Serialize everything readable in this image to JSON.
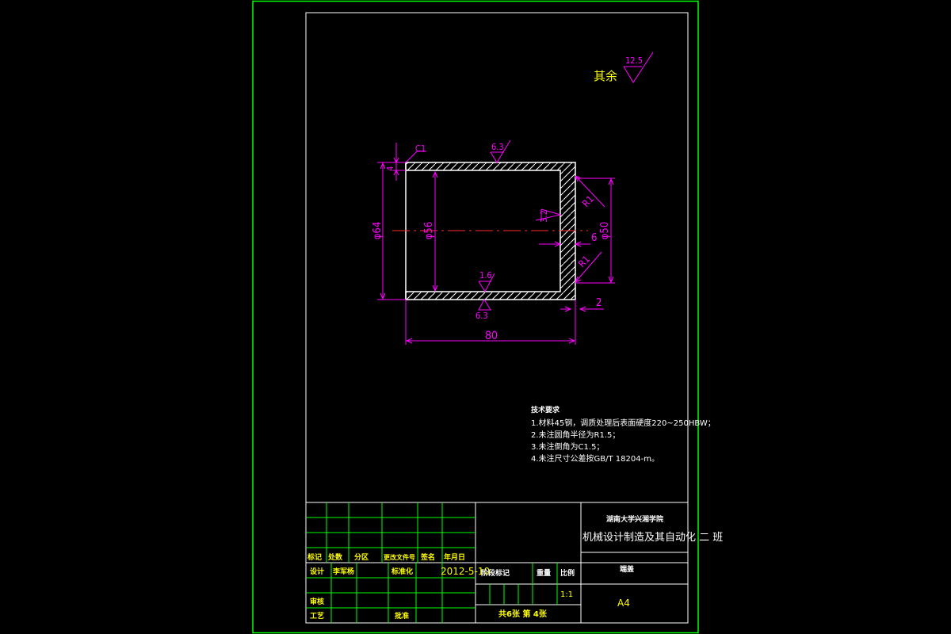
{
  "roughness": {
    "general_label": "其余",
    "general_value": "12.5",
    "top": "6.3",
    "chamfer_note": "C1",
    "bore": "3.2",
    "inner_bottom": "1.6",
    "outer_bottom": "6.3"
  },
  "dimensions": {
    "top_step": "4",
    "outer_diameter": "φ64",
    "inner_diameter": "φ56",
    "end_diameter": "φ50",
    "end_thickness": "6",
    "radius_top": "R1",
    "radius_bottom": "R1",
    "gap": "2",
    "length": "80"
  },
  "tech_notes": {
    "heading": "技术要求",
    "lines": [
      "1.材料45钢，调质处理后表面硬度220~250HBW；",
      "2.未注圆角半径为R1.5；",
      "3.未注倒角为C1.5；",
      "4.未注尺寸公差按GB/T 18204-m。"
    ]
  },
  "title_block": {
    "school": "湖南大学兴湘学院",
    "major": "机械设计制造及其自动化 二 班",
    "part_name": "端盖",
    "header_labels": [
      "标记",
      "处数",
      "分区",
      "更改文件号",
      "签名",
      "年月日"
    ],
    "design_label": "设计",
    "designer": "李军杨",
    "standardize_label": "标准化",
    "date": "2012-5-10",
    "stage_label": "阶段标记",
    "weight_label": "重量",
    "scale_label": "比例",
    "scale": "1:1",
    "review_label": "审核",
    "process_label": "工艺",
    "approve_label": "批准",
    "sheets": "共6张 第 4张",
    "size": "A4"
  }
}
